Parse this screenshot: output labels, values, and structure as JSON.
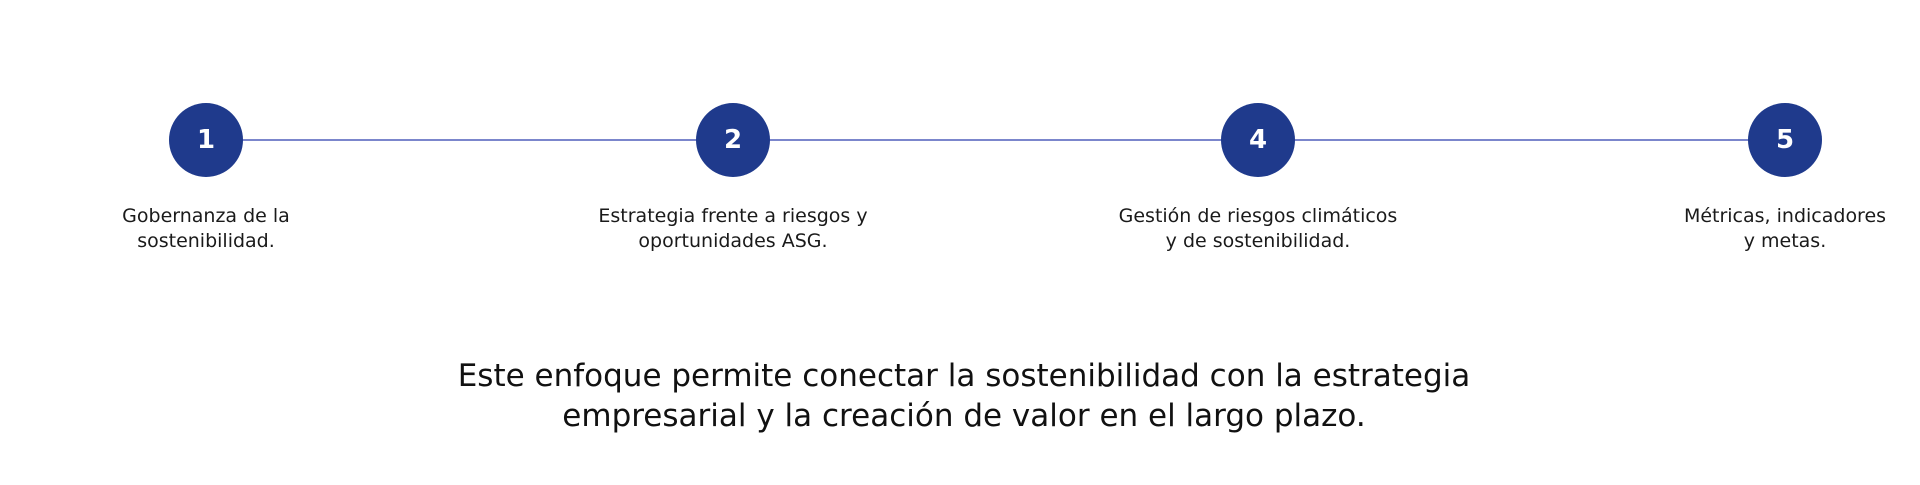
{
  "steps": [
    {
      "number": "1",
      "line1": "Gobernanza de la",
      "line2": "sostenibilidad."
    },
    {
      "number": "2",
      "line1": "Estrategia frente a riesgos y",
      "line2": "oportunidades ASG."
    },
    {
      "number": "4",
      "line1": "Gestión de riesgos climáticos",
      "line2": "y de sostenibilidad."
    },
    {
      "number": "5",
      "line1": "Métricas, indicadores",
      "line2": "y metas."
    }
  ],
  "summary": {
    "line1": "Este enfoque permite conectar la sostenibilidad con la estrategia",
    "line2": "empresarial y la creación de valor en el largo plazo."
  },
  "colors": {
    "circle": "#1f3a8c",
    "line": "#7b86cc",
    "text": "#1a1a1a"
  }
}
